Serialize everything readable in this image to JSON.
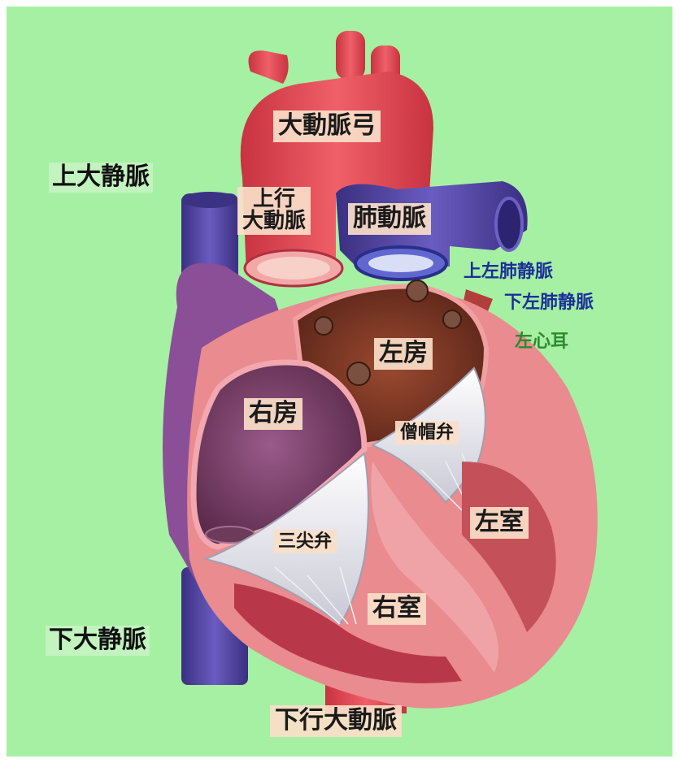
{
  "labels": {
    "aortic_arch": "大動脈弓",
    "superior_vena_cava": "上大静脈",
    "ascending_aorta_line1": "上行",
    "ascending_aorta_line2": "大動脈",
    "pulmonary_artery": "肺動脈",
    "upper_left_pulmonary_vein": "上左肺静脈",
    "lower_left_pulmonary_vein": "下左肺静脈",
    "left_auricle": "左心耳",
    "left_atrium": "左房",
    "right_atrium": "右房",
    "mitral_valve": "僧帽弁",
    "left_ventricle": "左室",
    "tricuspid_valve": "三尖弁",
    "right_ventricle": "右室",
    "inferior_vena_cava": "下大静脈",
    "descending_aorta": "下行大動脈"
  },
  "colors": {
    "background": "#a5f0a3",
    "aorta": "#e04a50",
    "vena_cava": "#4a3f9a",
    "pulmonary_artery": "#5a4cb0",
    "atrium_wall": "#8a3d6a",
    "left_atrium_cavity": "#6e3522",
    "ventricle_muscle": "#e88a8e",
    "valve": "#e8e8f0",
    "pulmonary_vein_label": "#1c2f9a",
    "auricle_label": "#2d8a2d"
  }
}
